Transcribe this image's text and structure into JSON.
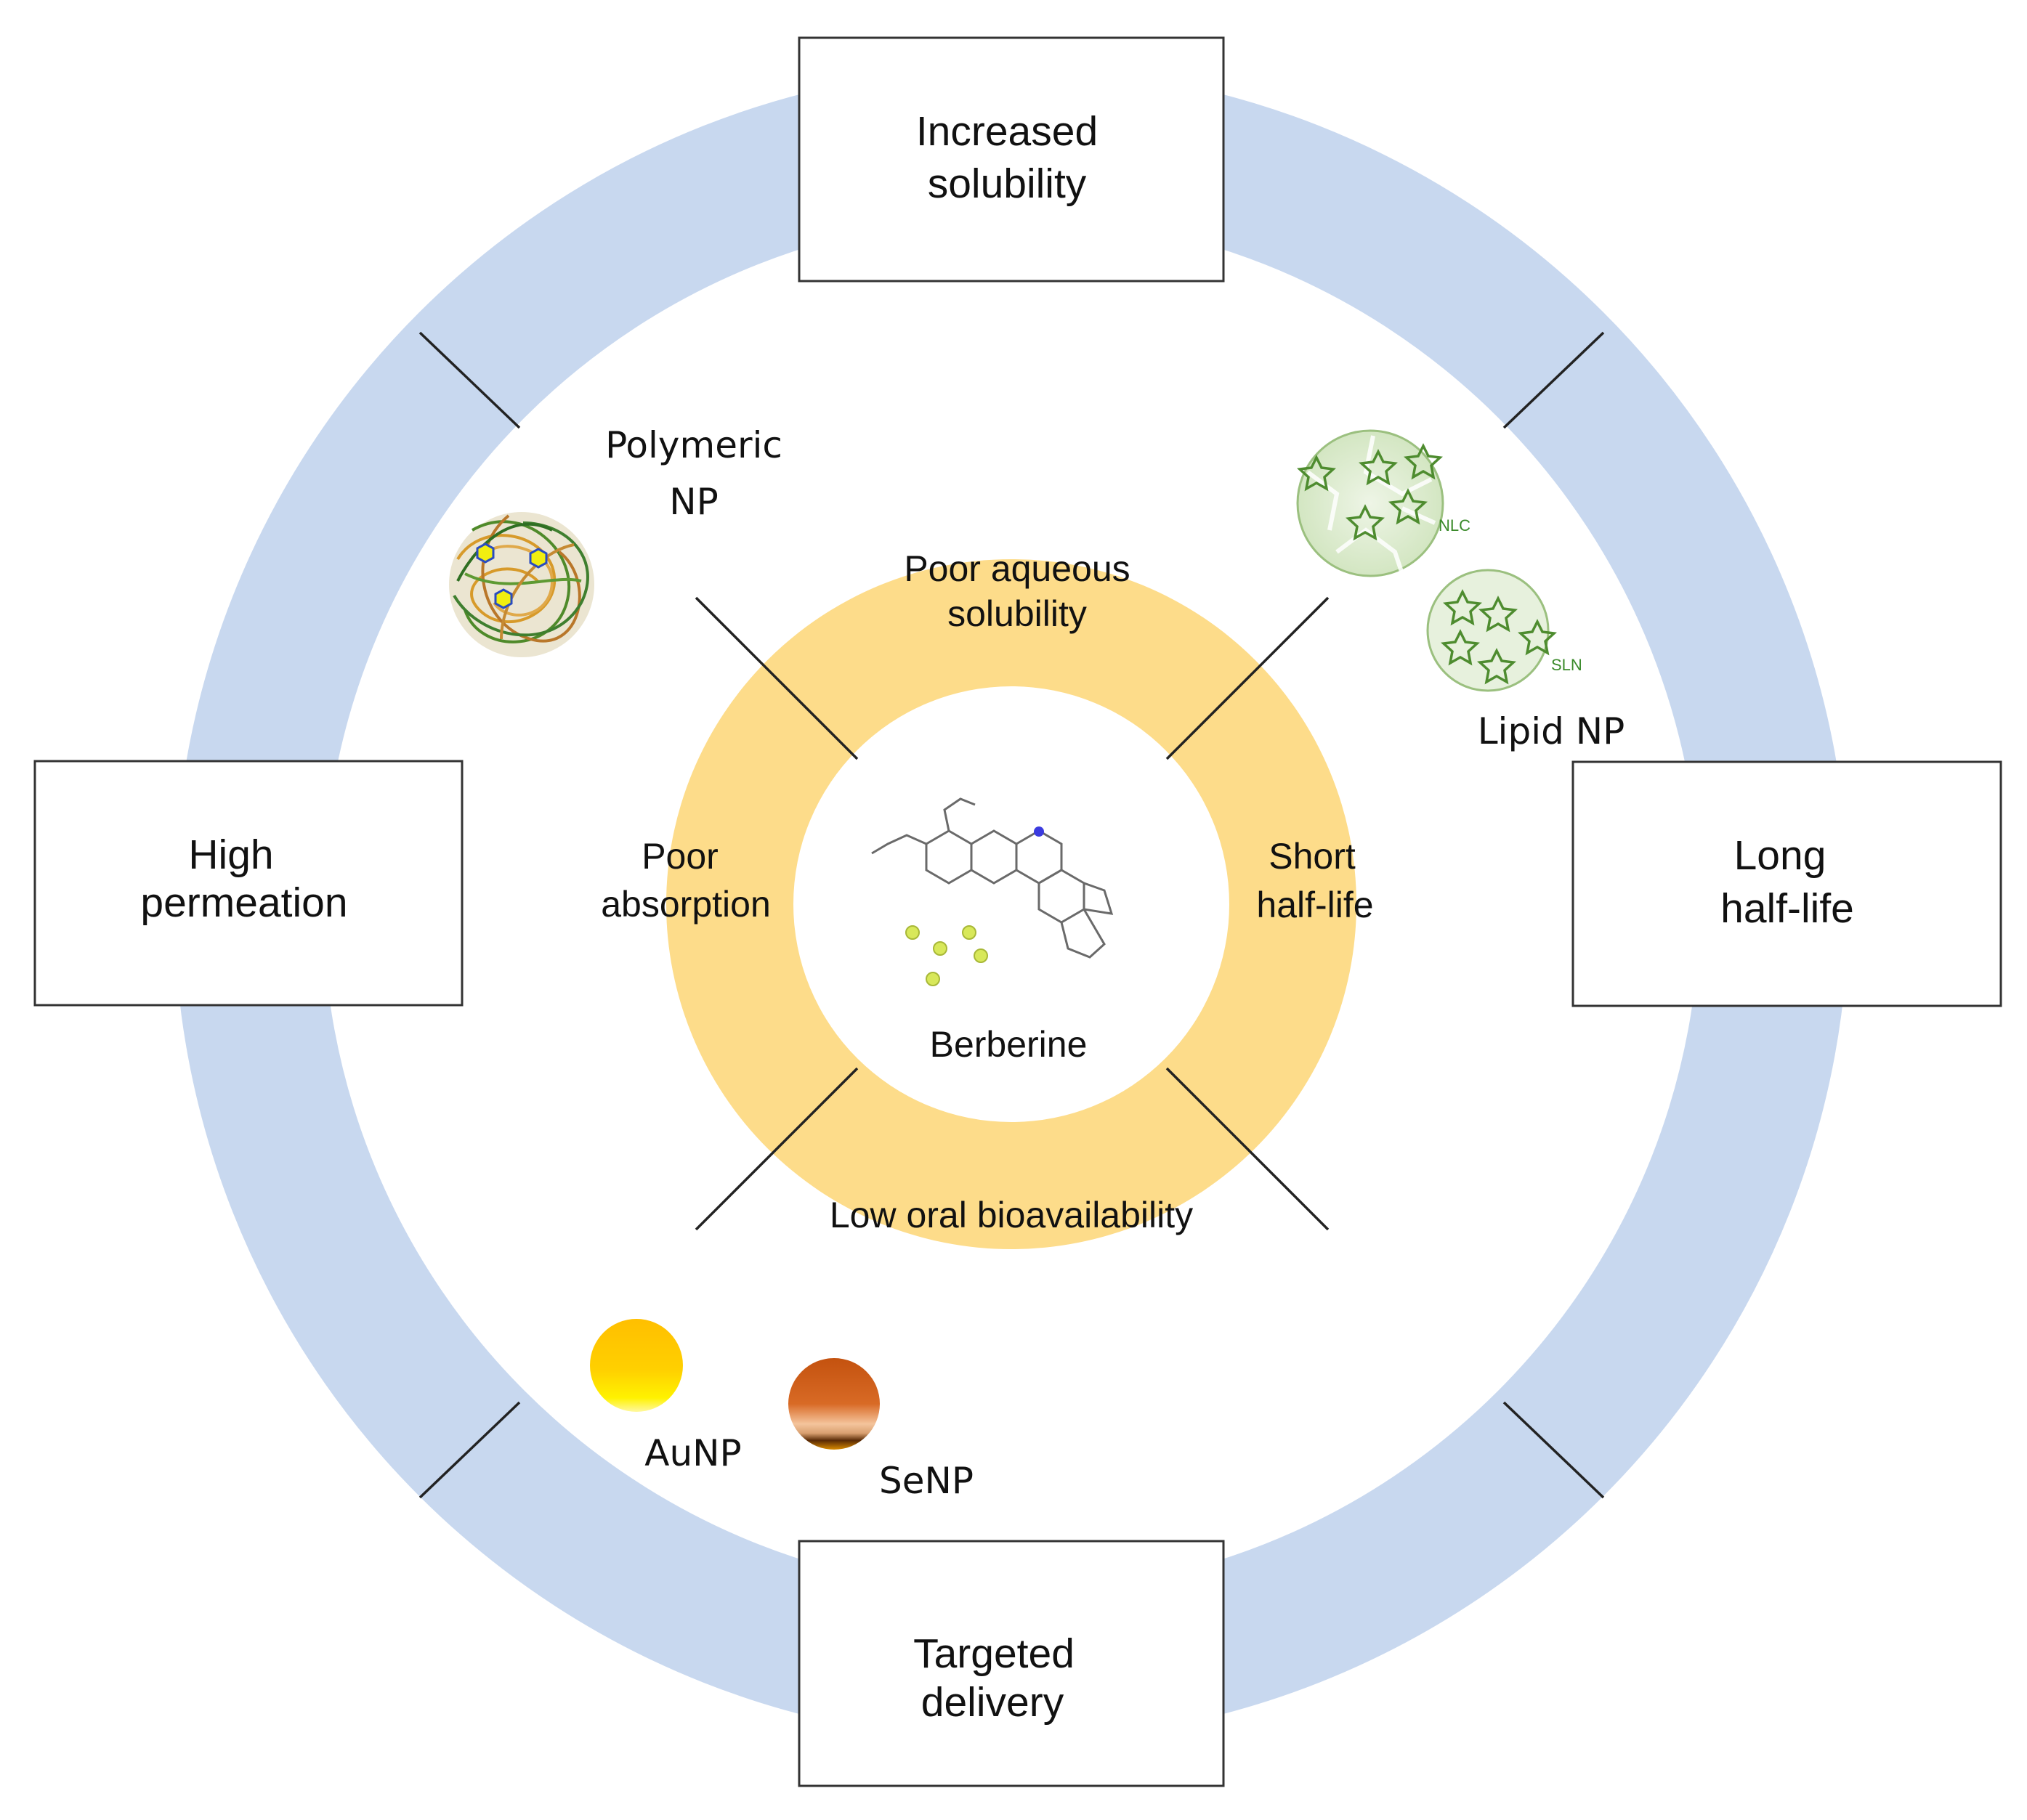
{
  "colors": {
    "outer_ring": "#c8d8ef",
    "inner_ring": "#fddc8a",
    "box_border": "#333333",
    "divider": "#222222",
    "lipid_np_green": "#4e8c2f",
    "gold_np": "#ffc400",
    "selenium_np": "#c65a14"
  },
  "outer_boxes": {
    "top": [
      "Increased",
      "solubility"
    ],
    "right": [
      "Long",
      "half-life"
    ],
    "bottom": [
      "Targeted",
      "delivery"
    ],
    "left": [
      "High",
      "permeation"
    ]
  },
  "inner_segments": {
    "top": [
      "Poor aqueous",
      "solubility"
    ],
    "right": [
      "Short",
      "half-life"
    ],
    "bottom": [
      "Low oral bioavailability"
    ],
    "left": [
      "Poor",
      "absorption"
    ]
  },
  "center": {
    "label": "Berberine",
    "icon": "berberine-molecule-icon"
  },
  "nanoparticles": {
    "polymeric": [
      "Polymeric",
      "NP"
    ],
    "lipid": "Lipid NP",
    "nlc": "NLC",
    "sln": "SLN",
    "gold": "AuNP",
    "selenium": "SeNP"
  }
}
